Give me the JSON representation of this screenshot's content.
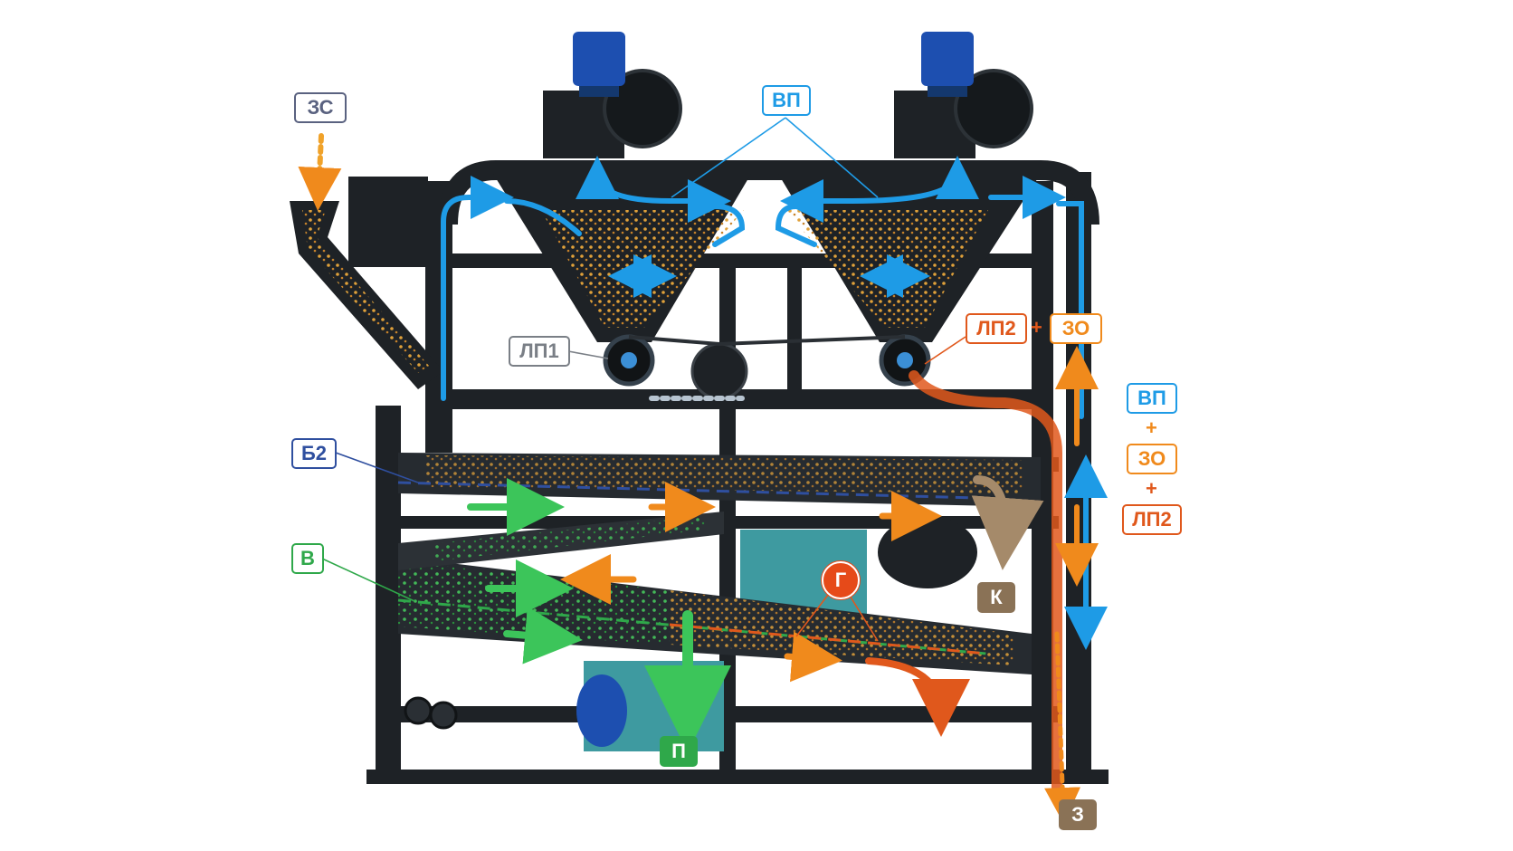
{
  "labels": {
    "zs": "ЗС",
    "vp_top": "ВП",
    "lp1": "ЛП1",
    "lp2": "ЛП2",
    "zo": "ЗО",
    "b2": "Б2",
    "v": "В",
    "g": "Г",
    "k": "К",
    "p": "П",
    "z": "З",
    "vp_side": "ВП",
    "zo_side": "ЗО",
    "lp2_side": "ЛП2",
    "plus": "+"
  },
  "colors": {
    "frame": "#1e2226",
    "frame_dark": "#111416",
    "motor_blue": "#1d4fb0",
    "teal": "#3e9aa0",
    "air_blue": "#1e9be6",
    "grain_orange": "#f08a1c",
    "light_fraction": "#e0581c",
    "green": "#2fa84a",
    "navy": "#2f4f9f",
    "slate": "#5a6280",
    "grey": "#7a7f86",
    "brown": "#8a7256"
  }
}
